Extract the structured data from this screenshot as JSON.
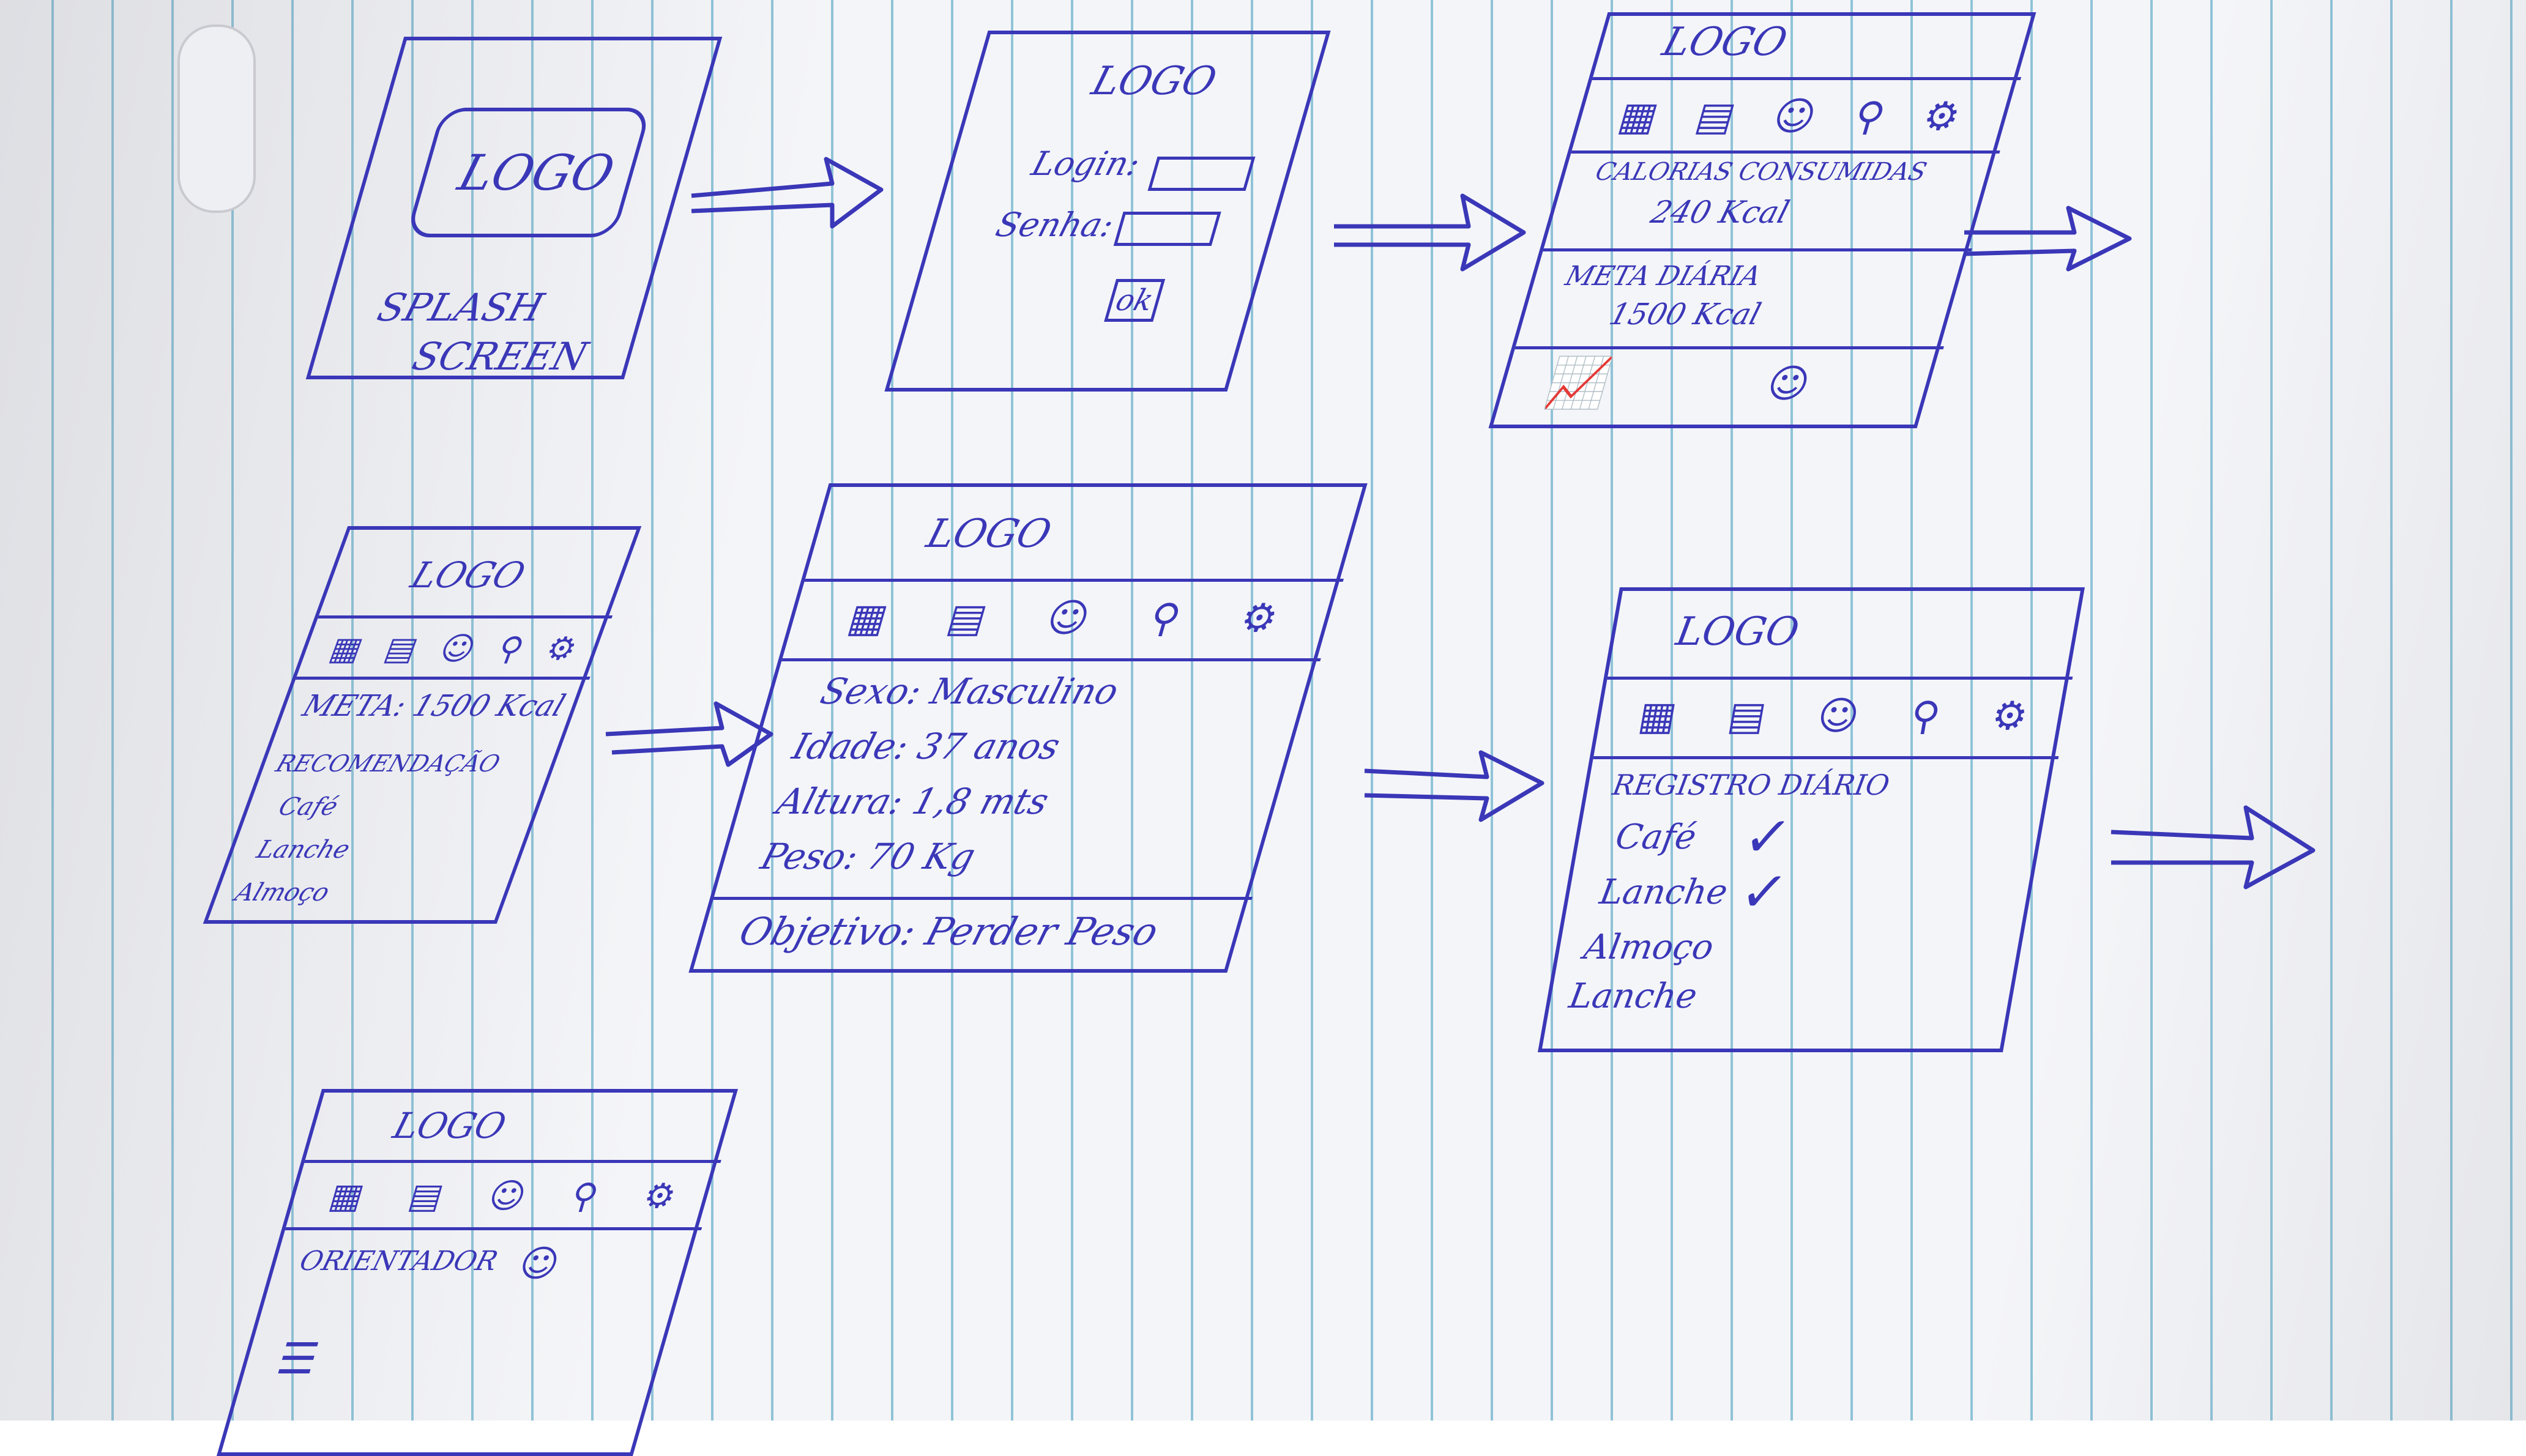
{
  "screens": {
    "splash": {
      "logo": "LOGO",
      "line1": "SPLASH",
      "line2": "SCREEN"
    },
    "login": {
      "logo": "LOGO",
      "login_label": "Login:",
      "senha_label": "Senha:",
      "ok_label": "ok"
    },
    "dashboard": {
      "logo": "LOGO",
      "calorias_label": "CALORIAS CONSUMIDAS",
      "calorias_value": "240 Kcal",
      "meta_label": "META DIÁRIA",
      "meta_value": "1500 Kcal"
    },
    "recomendacao": {
      "logo": "LOGO",
      "meta": "META: 1500 Kcal",
      "title": "RECOMENDAÇÃO",
      "items": [
        "Café",
        "Lanche",
        "Almoço"
      ]
    },
    "perfil": {
      "logo": "LOGO",
      "sexo": "Sexo: Masculino",
      "idade": "Idade: 37 anos",
      "altura": "Altura: 1,8 mts",
      "peso": "Peso: 70 Kg",
      "objetivo": "Objetivo: Perder Peso"
    },
    "registro": {
      "logo": "LOGO",
      "title": "REGISTRO DIÁRIO",
      "items": [
        "Café",
        "Lanche",
        "Almoço",
        "Lanche"
      ]
    },
    "orientador": {
      "logo": "LOGO",
      "label": "ORIENTADOR"
    }
  },
  "icons": [
    "grid-icon",
    "notebook-icon",
    "person-icon",
    "map-pin-icon",
    "gear-icon"
  ],
  "colors": {
    "ink": "#3a37b8",
    "paper": "#f4f5f8",
    "rule": "#8fc3d8"
  }
}
